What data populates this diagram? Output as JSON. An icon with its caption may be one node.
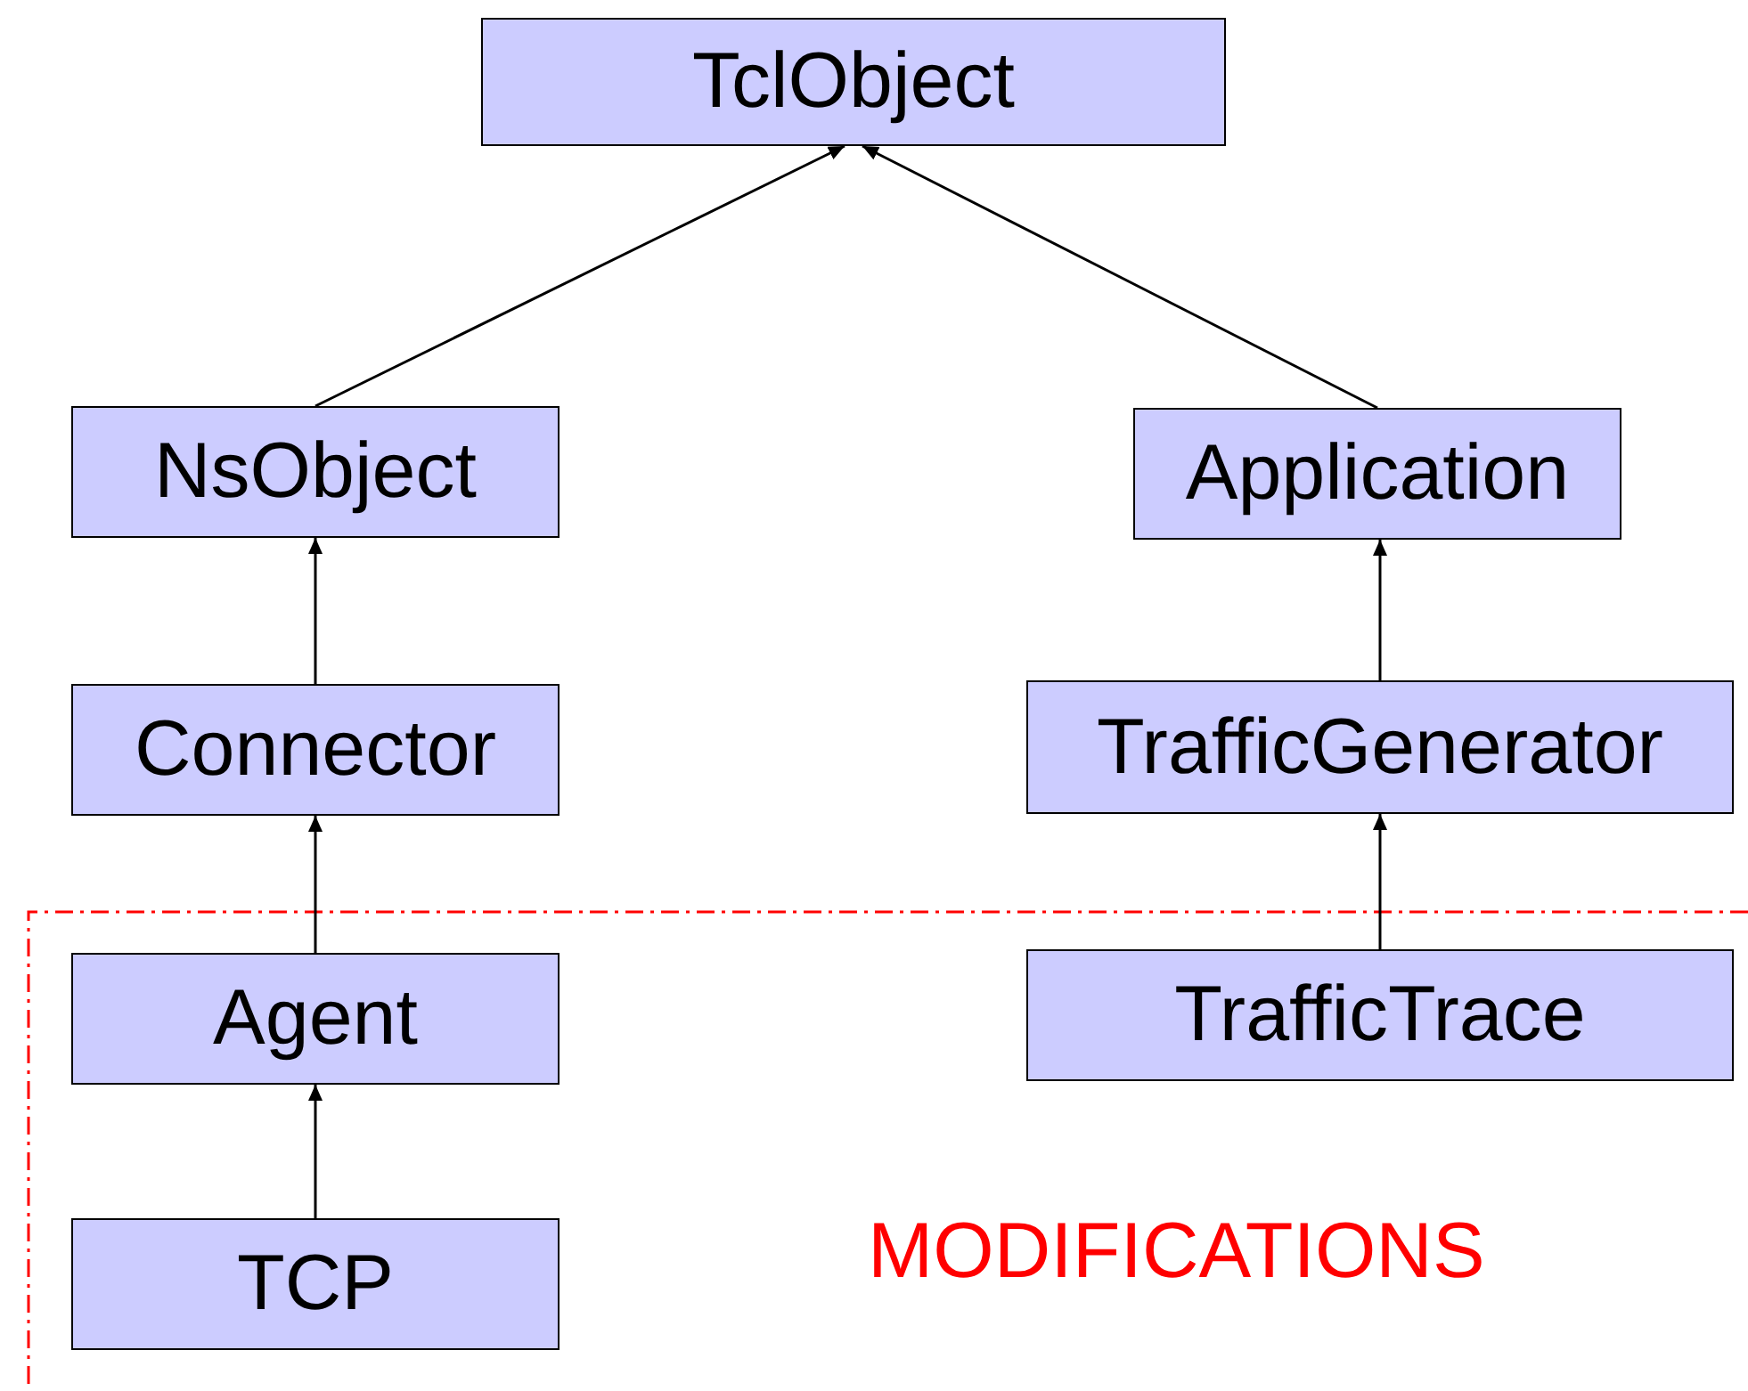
{
  "diagram": {
    "nodes": [
      {
        "text": [
          "TclObject"
        ]
      },
      {
        "text": [
          "NsObject"
        ]
      },
      {
        "text": [
          "Application"
        ]
      },
      {
        "text": [
          "Connector"
        ]
      },
      {
        "text": [
          "TrafficGenerator"
        ]
      },
      {
        "text": [
          "Agent"
        ]
      },
      {
        "text": [
          "TrafficTrace"
        ]
      },
      {
        "text": [
          "TCP"
        ]
      }
    ],
    "edges": [
      {
        "from": 1,
        "to": 0,
        "arrow": "to"
      },
      {
        "from": 2,
        "to": 0,
        "arrow": "to"
      },
      {
        "from": 3,
        "to": 1,
        "arrow": "to"
      },
      {
        "from": 4,
        "to": 2,
        "arrow": "to"
      },
      {
        "from": 5,
        "to": 3,
        "arrow": "to"
      },
      {
        "from": 6,
        "to": 4,
        "arrow": "to"
      },
      {
        "from": 7,
        "to": 5,
        "arrow": "to"
      }
    ],
    "labels": [
      "MODIFICATIONS"
    ]
  }
}
